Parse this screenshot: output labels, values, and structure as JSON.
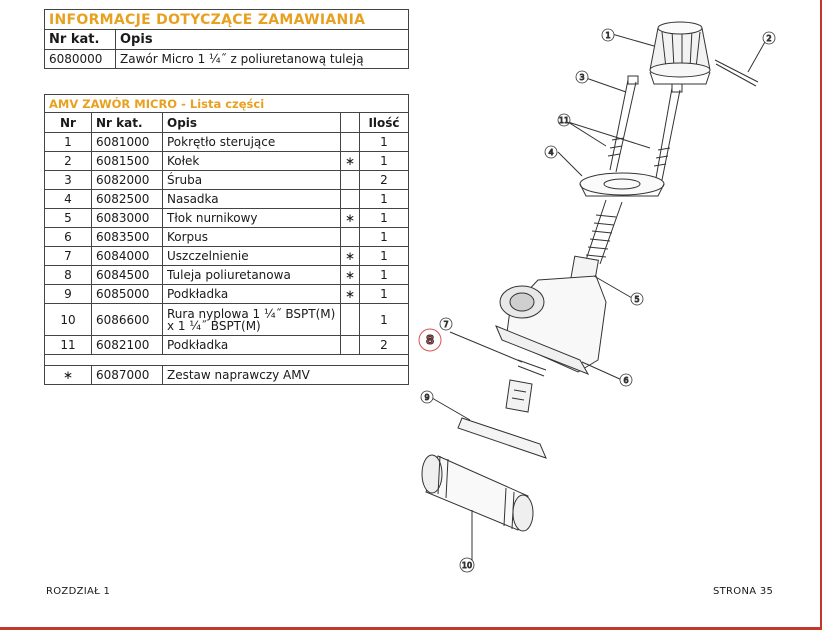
{
  "order": {
    "title": "INFORMACJE DOTYCZĄCE ZAMAWIANIA",
    "headers": {
      "nr": "Nr kat.",
      "desc": "Opis"
    },
    "row": {
      "nr": "6080000",
      "desc": "Zawór Micro 1 ¼˝ z poliuretanową tuleją"
    }
  },
  "parts": {
    "title": "AMV ZAWÓR MICRO - Lista części",
    "headers": {
      "nr": "Nr",
      "cat": "Nr kat.",
      "desc": "Opis",
      "qty": "Ilość"
    },
    "rows": [
      {
        "nr": "1",
        "cat": "6081000",
        "desc": "Pokrętło sterujące",
        "star": "",
        "qty": "1"
      },
      {
        "nr": "2",
        "cat": "6081500",
        "desc": "Kołek",
        "star": "∗",
        "qty": "1"
      },
      {
        "nr": "3",
        "cat": "6082000",
        "desc": "Śruba",
        "star": "",
        "qty": "2"
      },
      {
        "nr": "4",
        "cat": "6082500",
        "desc": "Nasadka",
        "star": "",
        "qty": "1"
      },
      {
        "nr": "5",
        "cat": "6083000",
        "desc": "Tłok nurnikowy",
        "star": "∗",
        "qty": "1"
      },
      {
        "nr": "6",
        "cat": "6083500",
        "desc": "Korpus",
        "star": "",
        "qty": "1"
      },
      {
        "nr": "7",
        "cat": "6084000",
        "desc": "Uszczelnienie",
        "star": "∗",
        "qty": "1"
      },
      {
        "nr": "8",
        "cat": "6084500",
        "desc": "Tuleja poliuretanowa",
        "star": "∗",
        "qty": "1"
      },
      {
        "nr": "9",
        "cat": "6085000",
        "desc": "Podkładka",
        "star": "∗",
        "qty": "1"
      },
      {
        "nr": "10",
        "cat": "6086600",
        "desc_line1": "Rura nyplowa 1 ¼˝ BSPT(M)",
        "desc_line2": "x 1 ¼˝ BSPT(M)",
        "star": "",
        "qty": "1"
      },
      {
        "nr": "11",
        "cat": "6082100",
        "desc": "Podkładka",
        "star": "",
        "qty": "2"
      }
    ],
    "kit": {
      "star": "∗",
      "cat": "6087000",
      "desc": "Zestaw naprawczy AMV"
    }
  },
  "diagram": {
    "callouts": [
      "1",
      "2",
      "3",
      "11",
      "4",
      "5",
      "7",
      "8",
      "6",
      "9",
      "10"
    ],
    "highlight_color": "#d9534f"
  },
  "footer": {
    "left": "ROZDZIAŁ 1",
    "right": "STRONA 35"
  }
}
